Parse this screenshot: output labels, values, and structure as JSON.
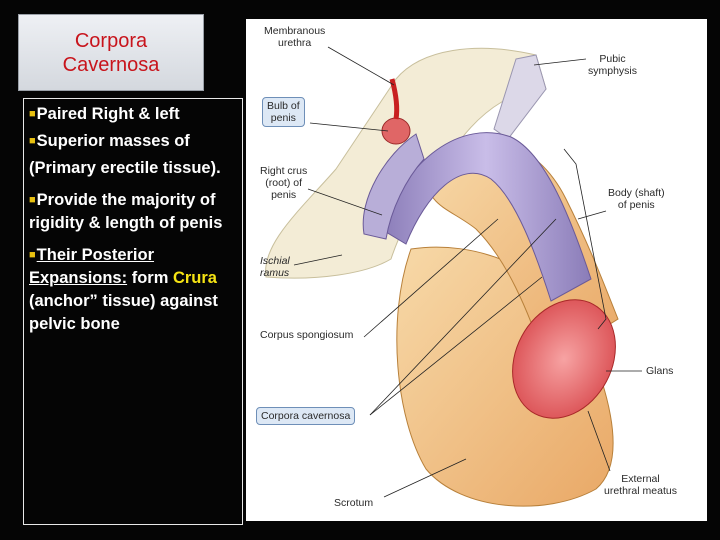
{
  "title": {
    "line1": "Corpora",
    "line2": "Cavernosa"
  },
  "bullets": {
    "b1": "Paired Right & left",
    "b2": "Superior masses of",
    "b2_cont": "(Primary erectile tissue).",
    "b3": "Provide the majority of rigidity & length of penis",
    "b4_underlined": "Their Posterior Expansions:",
    "b4_rest": " form ",
    "b4_highlight": "Crura",
    "b4_end": " (anchor” tissue) against pelvic bone"
  },
  "figure_labels": {
    "membranous_urethra": [
      "Membranous",
      "urethra"
    ],
    "pubic_symphysis": [
      "Pubic",
      "symphysis"
    ],
    "bulb_of_penis": [
      "Bulb of",
      "penis"
    ],
    "right_crus": [
      "Right crus",
      "(root) of",
      "penis"
    ],
    "body_shaft": [
      "Body (shaft)",
      "of penis"
    ],
    "ischial_ramus": [
      "Ischial",
      "ramus"
    ],
    "corpus_spongiosum": "Corpus spongiosum",
    "glans": "Glans",
    "corpora_cavernosa": "Corpora cavernosa",
    "external_urethral_meatus": [
      "External",
      "urethral meatus"
    ],
    "scrotum": "Scrotum"
  },
  "colors": {
    "title_text": "#c8141c",
    "highlight": "#f6e414",
    "bullet_marker": "#e8c010"
  }
}
